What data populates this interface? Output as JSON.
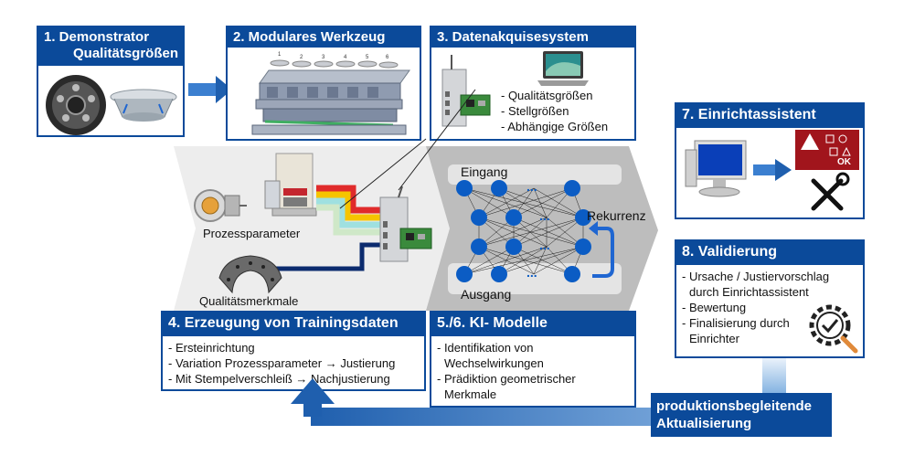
{
  "colors": {
    "primary_blue": "#0b4a9a",
    "node_blue": "#0b5cc4",
    "grey_band": "#c9c9c9",
    "light_bg": "#efefef"
  },
  "step1": {
    "title_line1": "1. Demonstrator",
    "title_line2": "Qualitätsgrößen"
  },
  "step2": {
    "title": "2. Modulares Werkzeug",
    "part_numbers": [
      "1",
      "2",
      "3",
      "4",
      "5",
      "6"
    ]
  },
  "step3": {
    "title": "3. Datenakquisesystem",
    "items": [
      "- Qualitätsgrößen",
      "- Stellgrößen",
      "- Abhängige Größen"
    ]
  },
  "step4": {
    "title": "4. Erzeugung von Trainingsdaten",
    "items": [
      "- Ersteinrichtung",
      "- Variation Prozessparameter → Justierung",
      "- Mit Stempelverschleiß → Nachjustierung"
    ],
    "label_process": "Prozessparameter",
    "label_quality": "Qualitätsmerkmale"
  },
  "step56": {
    "title": "5./6. KI- Modelle",
    "items": [
      "- Identifikation von",
      "Wechselwirkungen",
      "- Prädiktion geometrischer",
      "Merkmale"
    ],
    "label_input": "Eingang",
    "label_output": "Ausgang",
    "label_recurrence": "Rekurrenz",
    "dots": "..."
  },
  "step7": {
    "title": "7. Einrichtassistent",
    "ok_label": "OK"
  },
  "step8": {
    "title": "8. Validierung",
    "items": [
      "- Ursache / Justiervorschlag",
      "durch Einrichtassistent",
      "- Bewertung",
      "- Finalisierung durch",
      "Einrichter"
    ]
  },
  "feedback": {
    "line1": "produktionsbegleitende",
    "line2": "Aktualisierung"
  },
  "icons": [
    "wheel-disc-icon",
    "deep-drawn-bowl-icon",
    "die-tool-icon",
    "microcontroller-icon",
    "laptop-icon",
    "press-machine-icon",
    "servo-motor-icon",
    "curved-part-icon",
    "monitor-icon",
    "warning-screen-icon",
    "tools-icon",
    "checkmark-gear-icon",
    "neural-network-icon"
  ]
}
